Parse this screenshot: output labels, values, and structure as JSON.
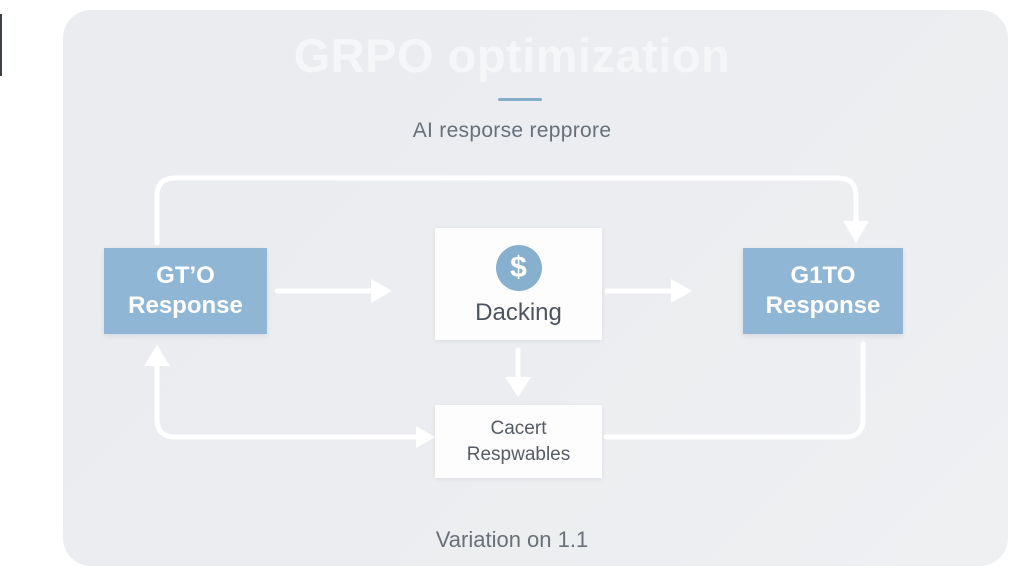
{
  "colors": {
    "page_bg": "#ffffff",
    "panel_bg": "#ebedf0",
    "title": "#f5f6f8",
    "divider": "#84adca",
    "subtitle_text": "#67707a",
    "node_blue": "#8fb6d5",
    "node_text_light": "#ffffff",
    "node_white_bg": "#fdfdfe",
    "dollar_circle": "#87b0cf",
    "dark_text": "#4d545d",
    "muted_text": "#565c64",
    "caption_text": "#6a7079",
    "connector": "#ffffff"
  },
  "header": {
    "title": "GRPO optimization",
    "subtitle": "AI resporse repprore"
  },
  "diagram": {
    "left_node": {
      "line1": "GT’O",
      "line2": "Response"
    },
    "center_node": {
      "dollar_glyph": "$",
      "label": "Dacking"
    },
    "right_node": {
      "line1": "G1TO",
      "line2": "Response"
    },
    "bottom_node": {
      "line1": "Cacert",
      "line2": "Respwables"
    }
  },
  "caption": "Variation on 1.1"
}
